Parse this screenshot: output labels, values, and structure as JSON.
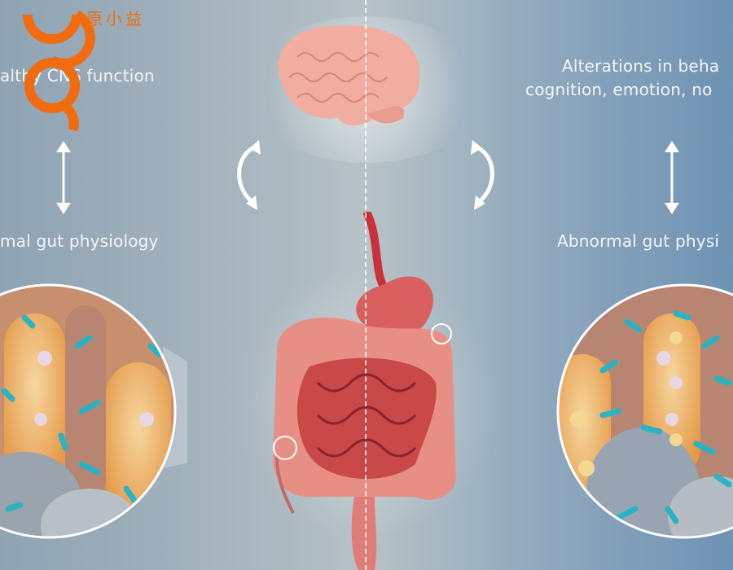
{
  "labels": {
    "left_top": "althy CNS function",
    "left_bottom": "mal gut physiology",
    "right_top_line1": "Alterations in beha",
    "right_top_line2": "cognition, emotion, no",
    "right_bottom": "Abnormal gut physi"
  },
  "logo": {
    "chars": [
      "原",
      "小",
      "益"
    ],
    "color": "#f26b0f"
  },
  "icons": [
    "double-arrow-vertical-icon",
    "cycle-arrows-icon"
  ]
}
